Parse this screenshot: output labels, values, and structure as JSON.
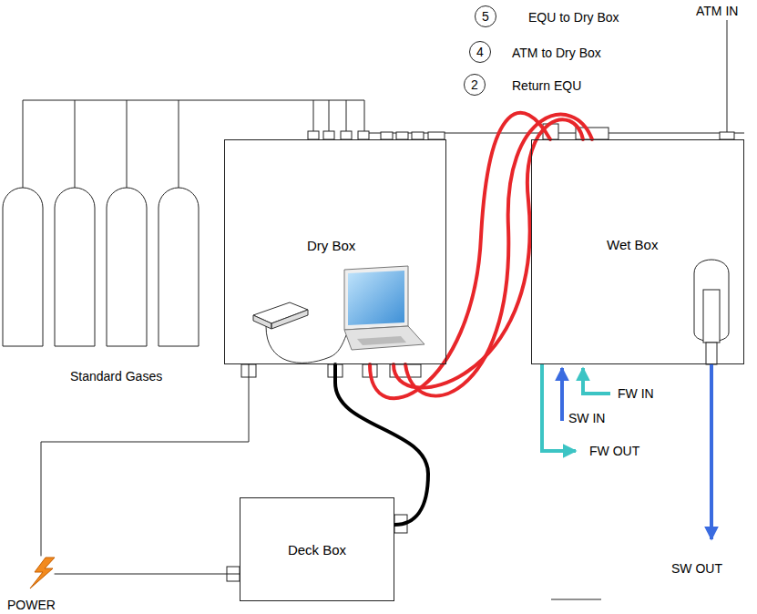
{
  "diagram": {
    "nodes": [
      {
        "text": [
          "5"
        ]
      },
      {
        "text": [
          "4"
        ]
      },
      {
        "text": [
          "2"
        ]
      },
      {
        "text": [
          "Dry Box"
        ]
      },
      {
        "text": [
          "Wet Box"
        ]
      },
      {
        "text": [
          "Deck Box"
        ]
      }
    ],
    "edges": [
      {
        "from": 3,
        "to": 4,
        "arrow": "none"
      },
      {
        "from": 3,
        "to": 4,
        "arrow": "none"
      },
      {
        "from": 3,
        "to": 4,
        "arrow": "none"
      },
      {
        "from": 3,
        "to": 5,
        "arrow": "none"
      },
      {
        "from": 3,
        "to": 5,
        "arrow": "none"
      }
    ],
    "labels": [
      "EQU to Dry Box",
      "ATM to Dry Box",
      "Return EQU",
      "ATM IN",
      "Standard Gases",
      "FW IN",
      "SW IN",
      "FW OUT",
      "SW OUT",
      "POWER"
    ]
  }
}
